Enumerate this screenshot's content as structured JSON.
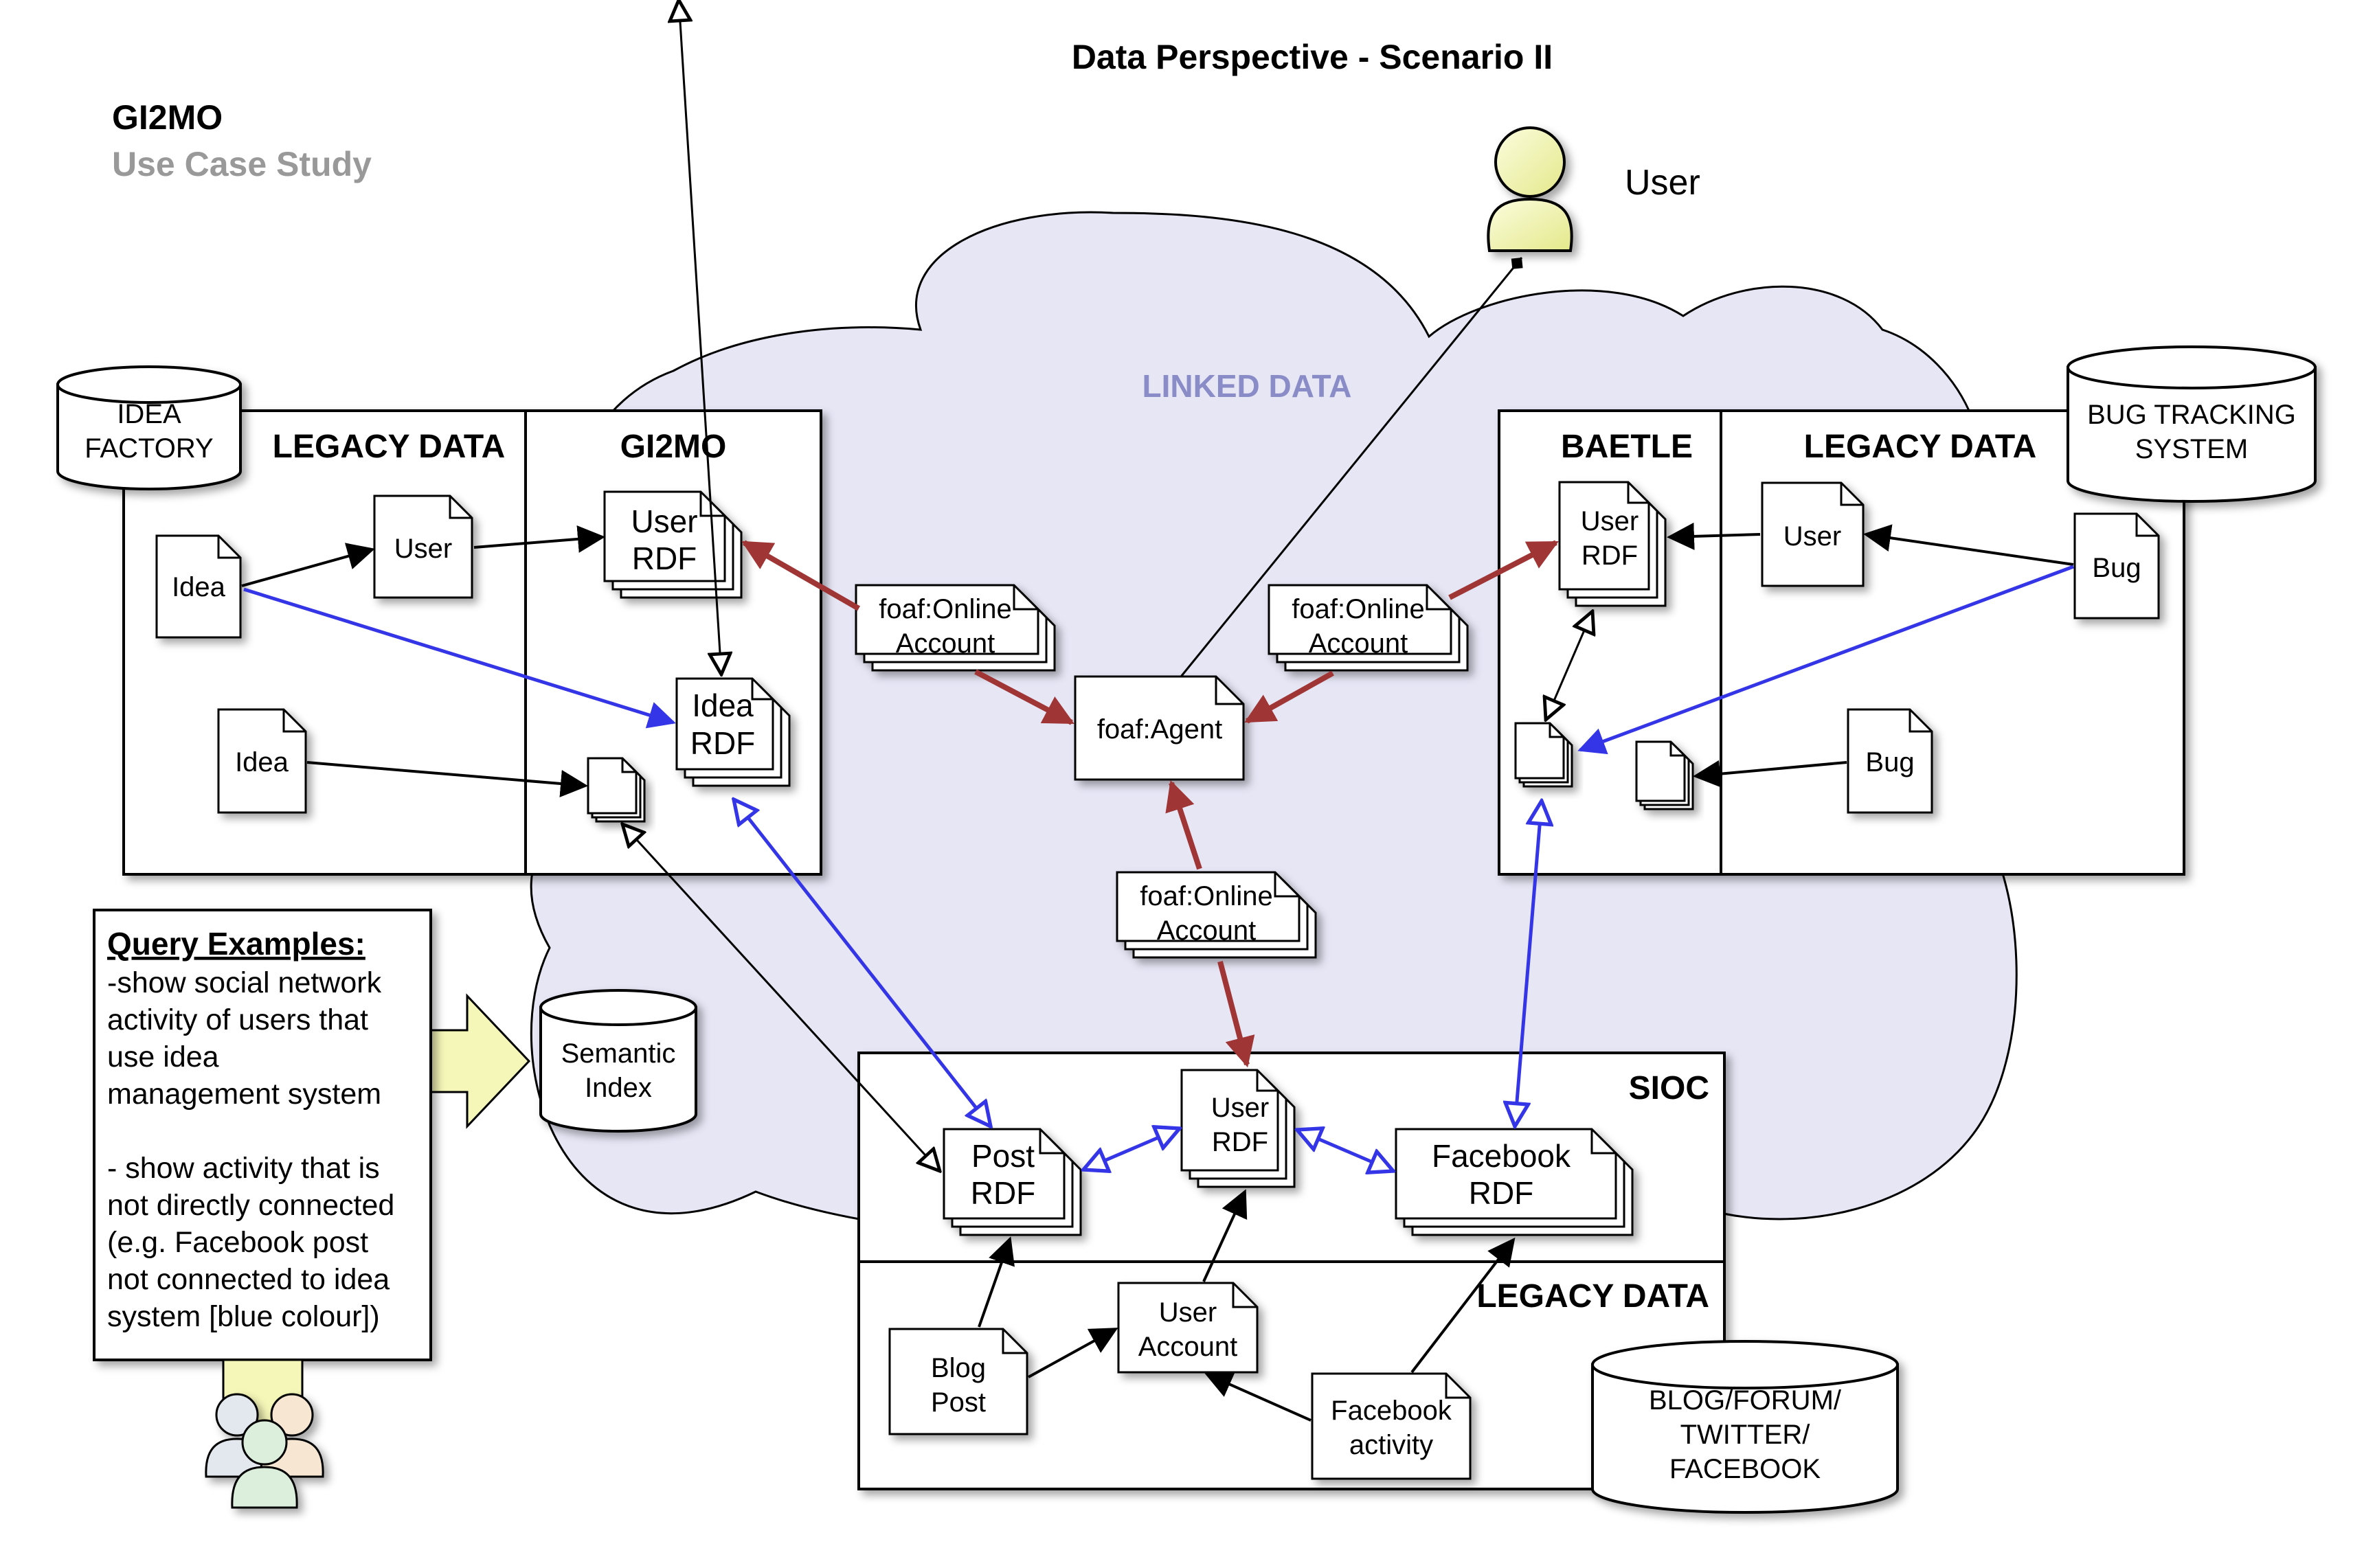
{
  "title": "Data Perspective - Scenario II",
  "header": {
    "brand": "GI2MO",
    "subtitle": "Use Case Study"
  },
  "cloud_label": "LINKED DATA",
  "user_actor": "User",
  "sections": {
    "gi2mo_legacy": "LEGACY DATA",
    "gi2mo": "GI2MO",
    "baetle": "BAETLE",
    "baetle_legacy": "LEGACY DATA",
    "sioc": "SIOC",
    "sioc_legacy": "LEGACY DATA"
  },
  "databases": {
    "idea_factory": [
      "IDEA",
      "FACTORY"
    ],
    "bug_tracking": [
      "BUG TRACKING",
      "SYSTEM"
    ],
    "semantic_index": [
      "Semantic",
      "Index"
    ],
    "blog_forum": [
      "BLOG/FORUM/",
      "TWITTER/",
      "FACEBOOK"
    ]
  },
  "documents": {
    "idea_1": "Idea",
    "user_legacy_left": "User",
    "idea_2": "Idea",
    "user_legacy_right": "User",
    "bug_1": "Bug",
    "bug_2": "Bug",
    "blog_post": [
      "Blog",
      "Post"
    ],
    "user_account": [
      "User",
      "Account"
    ],
    "facebook_activity": [
      "Facebook",
      "activity"
    ],
    "foaf_agent": "foaf:Agent"
  },
  "stacks": {
    "gi2mo_user_rdf": [
      "User",
      "RDF"
    ],
    "gi2mo_idea_rdf": [
      "Idea",
      "RDF"
    ],
    "baetle_user_rdf": [
      "User",
      "RDF"
    ],
    "sioc_post_rdf": [
      "Post",
      "RDF"
    ],
    "sioc_user_rdf": [
      "User",
      "RDF"
    ],
    "sioc_facebook_rdf": [
      "Facebook",
      "RDF"
    ],
    "foaf_online_left": [
      "foaf:Online",
      "Account"
    ],
    "foaf_online_right": [
      "foaf:Online",
      "Account"
    ],
    "foaf_online_bottom": [
      "foaf:Online",
      "Account"
    ]
  },
  "query_box": {
    "heading": "Query Examples:",
    "lines": [
      "-show social network",
      "activity of users that",
      "use idea",
      "management system",
      "",
      "- show activity that is",
      "not directly connected",
      "(e.g. Facebook post",
      "not connected to idea",
      "system [blue colour])"
    ]
  },
  "colors": {
    "cloud_fill": "#e6e6f5",
    "red_arrow": "#a03535",
    "blue_arrow": "#3535e8",
    "actor_fill": "#f5f7b8",
    "callout_fill": "#f5f7b8",
    "label_gray": "#999999",
    "linked_data_label": "#8a8cc8"
  },
  "icons": [
    "user-actor-icon",
    "user-group-icon",
    "database-icon",
    "document-icon",
    "document-stack-icon",
    "callout-arrow-icon"
  ]
}
